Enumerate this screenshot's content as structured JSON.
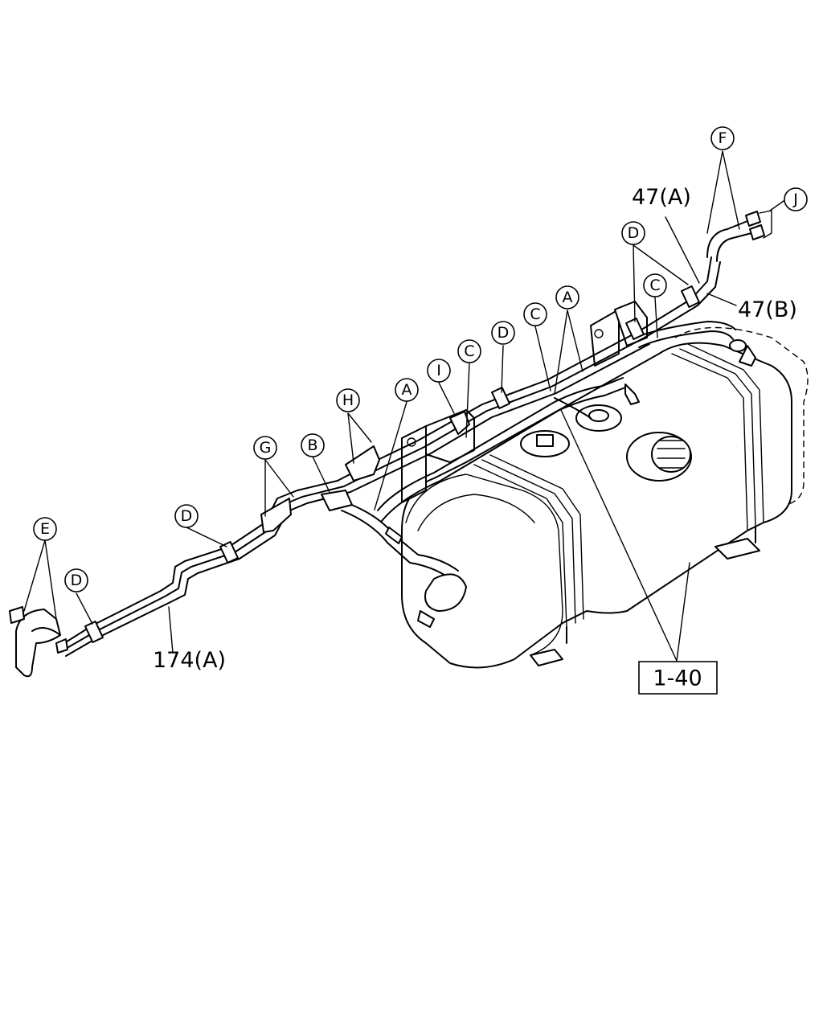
{
  "callouts": {
    "E": "E",
    "D": "D",
    "G": "G",
    "B": "B",
    "H": "H",
    "A": "A",
    "I": "I",
    "C": "C",
    "F": "F",
    "J": "J"
  },
  "part_labels": {
    "p174a": "174(A)",
    "p47a": "47(A)",
    "p47b": "47(B)",
    "p140": "1-40"
  }
}
